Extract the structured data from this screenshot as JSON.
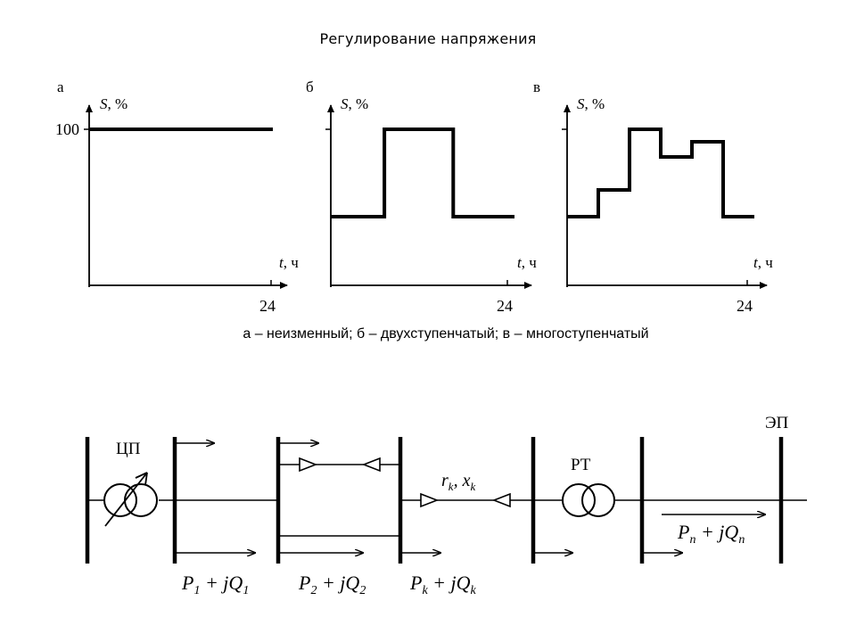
{
  "title": "Регулирование напряжения",
  "caption": "а – неизменный; б – двухступенчатый; в – многоступенчатый",
  "panels": [
    {
      "letter": "а",
      "y_axis_label": "S, %",
      "x_axis_label": "t, ч",
      "x_tick": "24",
      "y_tick": "100",
      "profile": [
        [
          0,
          100
        ],
        [
          24,
          100
        ]
      ]
    },
    {
      "letter": "б",
      "y_axis_label": "S, %",
      "x_axis_label": "t, ч",
      "x_tick": "24",
      "profile": [
        [
          0,
          "low"
        ],
        [
          7,
          "low"
        ],
        [
          7,
          100
        ],
        [
          16,
          100
        ],
        [
          16,
          "low"
        ],
        [
          24,
          "low"
        ]
      ]
    },
    {
      "letter": "в",
      "y_axis_label": "S, %",
      "x_axis_label": "t, ч",
      "x_tick": "24",
      "profile": [
        [
          0,
          "low"
        ],
        [
          4,
          "low"
        ],
        [
          4,
          "mid1"
        ],
        [
          8,
          "mid1"
        ],
        [
          8,
          100
        ],
        [
          12,
          100
        ],
        [
          12,
          "mid2"
        ],
        [
          16,
          "mid2"
        ],
        [
          16,
          "mid3"
        ],
        [
          20,
          "mid3"
        ],
        [
          20,
          "low"
        ],
        [
          24,
          "low"
        ]
      ]
    }
  ],
  "scheme": {
    "label_cp": "ЦП",
    "label_rt": "РТ",
    "label_ep": "ЭП",
    "label_line": "r",
    "label_line_sub1": "k",
    "label_line_mid": ", x",
    "label_line_sub2": "k",
    "flow1": {
      "main": "P",
      "sub": "1",
      "mid": " + jQ",
      "sub2": "1"
    },
    "flow2": {
      "main": "P",
      "sub": "2",
      "mid": " + jQ",
      "sub2": "2"
    },
    "flowk": {
      "main": "P",
      "sub": "k",
      "mid": " + jQ",
      "sub2": "k"
    },
    "flowp": {
      "main": "P",
      "sub": "п",
      "mid": " + jQ",
      "sub2": "п"
    }
  }
}
